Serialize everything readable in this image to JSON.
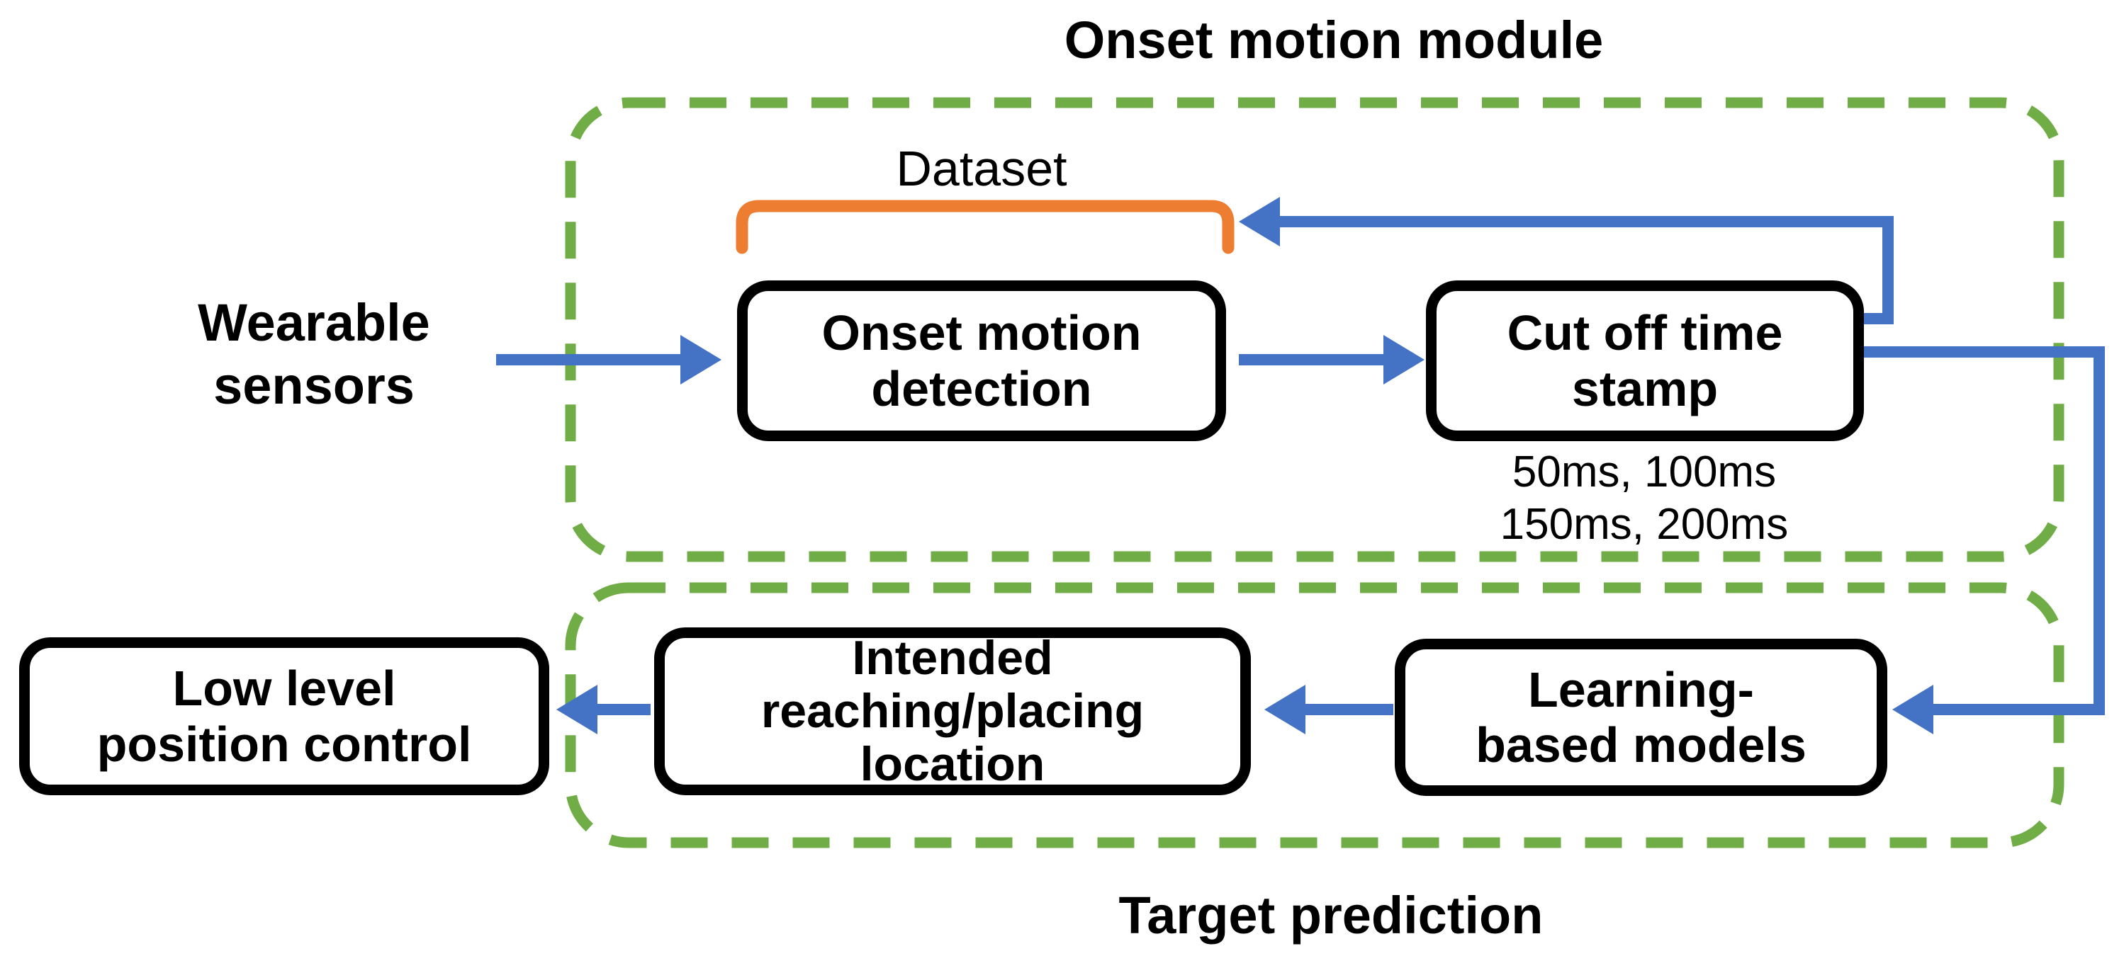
{
  "colors": {
    "green": "#70AD47",
    "blue": "#4472C4",
    "orange": "#ED7D31",
    "ink": "#000000",
    "background": "#FFFFFF"
  },
  "onset_module": {
    "title": "Onset motion module",
    "dataset_label": "Dataset",
    "wearable_sensors": {
      "line1": "Wearable",
      "line2": "sensors"
    },
    "onset_detection": {
      "line1": "Onset motion",
      "line2": "detection"
    },
    "cutoff": {
      "line1": "Cut off time",
      "line2": "stamp",
      "timing_line1": "50ms, 100ms",
      "timing_line2": "150ms, 200ms"
    }
  },
  "target_module": {
    "title": "Target prediction",
    "learning_models": {
      "line1": "Learning-",
      "line2": "based models"
    },
    "intended_location": {
      "line1": "Intended",
      "line2": "reaching/placing",
      "line3": "location"
    },
    "low_level_control": {
      "line1": "Low level",
      "line2": "position control"
    }
  }
}
